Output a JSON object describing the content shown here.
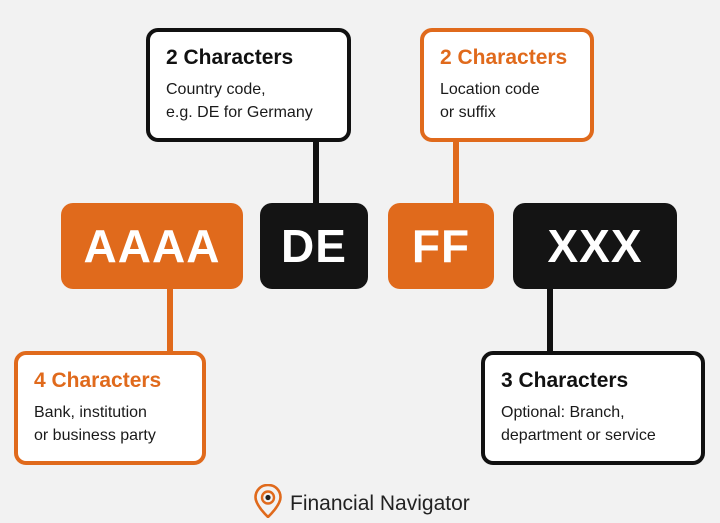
{
  "colors": {
    "accent": "#e06a1c",
    "dark": "#141414",
    "background": "#f2f2f2"
  },
  "segments": [
    {
      "code": "AAAA",
      "color": "orange"
    },
    {
      "code": "DE",
      "color": "black"
    },
    {
      "code": "FF",
      "color": "orange"
    },
    {
      "code": "XXX",
      "color": "black"
    }
  ],
  "callouts": {
    "bank": {
      "heading": "4 Characters",
      "line1": "Bank, institution",
      "line2": "or business party"
    },
    "country": {
      "heading": "2 Characters",
      "line1": "Country code,",
      "line2": "e.g. DE for Germany"
    },
    "location": {
      "heading": "2 Characters",
      "line1": "Location code",
      "line2": "or suffix"
    },
    "branch": {
      "heading": "3 Characters",
      "line1": "Optional: Branch,",
      "line2": "department or service"
    }
  },
  "brand": {
    "name": "Financial Navigator",
    "icon": "location-pin-icon"
  }
}
